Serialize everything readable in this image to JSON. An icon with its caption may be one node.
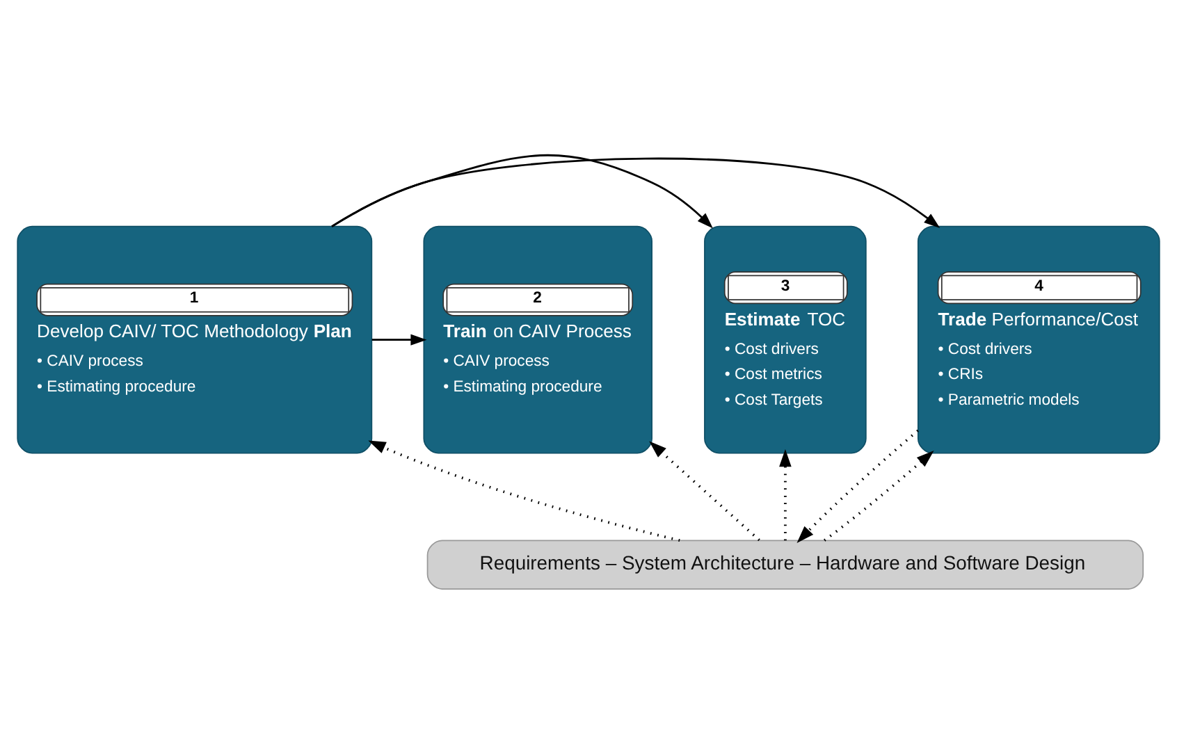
{
  "diagram": {
    "nodes": [
      {
        "text": [
          "1",
          "Develop CAIV/ TOC Methodology **Plan**",
          "• CAIV process",
          "• Estimating procedure"
        ]
      },
      {
        "text": [
          "2",
          "**Train** on CAIV Process",
          "• CAIV process",
          "• Estimating procedure"
        ]
      },
      {
        "text": [
          "3",
          "**Estimate** TOC",
          "• Cost drivers",
          "• Cost metrics",
          "• Cost Targets"
        ]
      },
      {
        "text": [
          "4",
          "**Trade** Performance/Cost",
          "• Cost drivers",
          "• CRIs",
          "• Parametric models"
        ]
      },
      {
        "text": [
          "Requirements – System Architecture – Hardware and Software Design"
        ]
      }
    ],
    "edges": [
      {
        "from": 0,
        "to": 1,
        "arrow": "to"
      },
      {
        "from": 0,
        "to": 2,
        "arrow": "to"
      },
      {
        "from": 0,
        "to": 3,
        "arrow": "to"
      },
      {
        "from": 4,
        "to": 0,
        "arrow": "to",
        "style": "dashed"
      },
      {
        "from": 4,
        "to": 1,
        "arrow": "to",
        "style": "dashed"
      },
      {
        "from": 4,
        "to": 2,
        "arrow": "to",
        "style": "dashed"
      },
      {
        "from": 4,
        "to": 3,
        "arrow": "to",
        "style": "dashed"
      },
      {
        "from": 3,
        "to": 4,
        "arrow": "to",
        "style": "dashed"
      }
    ]
  }
}
